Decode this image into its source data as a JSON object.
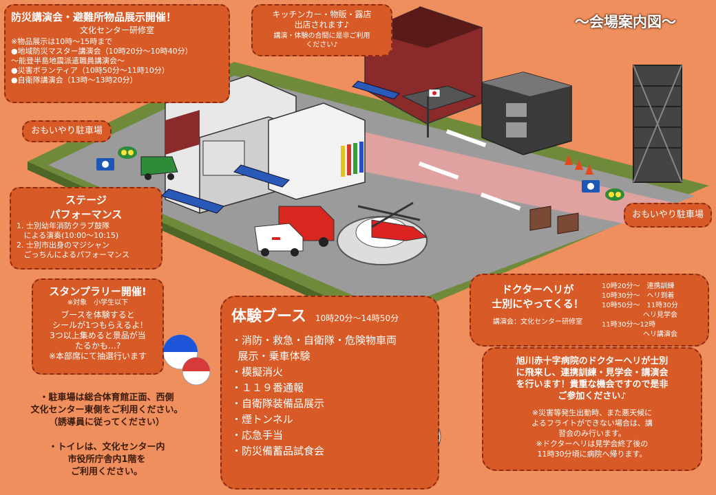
{
  "page_title": "～会場案内図～",
  "lecture_box": {
    "title": "防災講演会・避難所物品展示開催！",
    "venue": "文化センター研修室",
    "lines": [
      "※物品展示は10時～15時まで",
      "●地域防災マスター講演会（10時20分～10時40分）",
      "～能登半島地震派遣職員講演会～",
      "●災害ボランティア（10時50分～11時10分）",
      "●自衛隊講演会（13時～13時20分）"
    ]
  },
  "kitchen_box": {
    "title": "キッチンカー・物販・露店",
    "title2": "出店されます♪",
    "note": "講演・体験の合間に是非ご利用",
    "note2": "ください♪"
  },
  "parking_left": "おもいやり駐車場",
  "parking_right": "おもいやり駐車場",
  "stage_box": {
    "title1": "ステージ",
    "title2": "パフォーマンス",
    "lines": [
      "1. 士別幼年消防クラブ鼓隊",
      "   による演奏(10:00～10:15)",
      "2. 士別市出身のマジシャン",
      "   ごっちんによるパフォーマンス"
    ]
  },
  "stamp_box": {
    "title": "スタンプラリー開催!",
    "target": "※対象　小学生以下",
    "lines": [
      "ブースを体験すると",
      "シールが1つもらえるよ!",
      "3つ以上集めると景品が当",
      "たるかも…?",
      "※本部席にて抽選行います"
    ]
  },
  "experience_box": {
    "title": "体験ブース",
    "time": "10時20分～14時50分",
    "items": [
      "・消防・救急・自衛隊・危険物車両",
      "  展示・乗車体験",
      "・模擬消火",
      "・１１９番通報",
      "・自衛隊装備品展示",
      "・煙トンネル",
      "・応急手当",
      "・防災備蓄品試食会"
    ]
  },
  "heli_box": {
    "title1": "ドクターヘリが",
    "title2": "士別にやってくる！",
    "venue": "講演会：文化センター研修室",
    "schedule": [
      "10時20分～　連携訓練",
      "10時30分～　ヘリ到着",
      "10時50分～　11時30分",
      "　　　　　　ヘリ見学会",
      "11時30分～12時",
      "　　　　　　ヘリ講演会"
    ],
    "desc": [
      "旭川赤十字病院のドクターヘリが士別",
      "に飛来し、連携訓練・見学会・講演会",
      "を行います！貴重な機会ですので是非",
      "ご参加ください♪"
    ],
    "notes": [
      "※災害等発生出動時、また悪天候に",
      "よるフライトができない場合は、講",
      "習会のみ行います。",
      "※ドクターヘリは見学会終了後の",
      "11時30分頃に病院へ帰ります。"
    ]
  },
  "info_parking": [
    "・駐車場は総合体育館正面、西側",
    "文化センター東側をご利用ください。",
    "（誘導員に従ってください）"
  ],
  "info_toilet": [
    "・トイレは、文化センター内",
    "市役所庁舎内1階を",
    "ご利用ください。"
  ],
  "colors": {
    "background": "#f08f5e",
    "bubble": "#d85a26",
    "bubble_border": "#8b2a12",
    "ground": "#9a9a9a",
    "grass": "#6f8a3a"
  }
}
